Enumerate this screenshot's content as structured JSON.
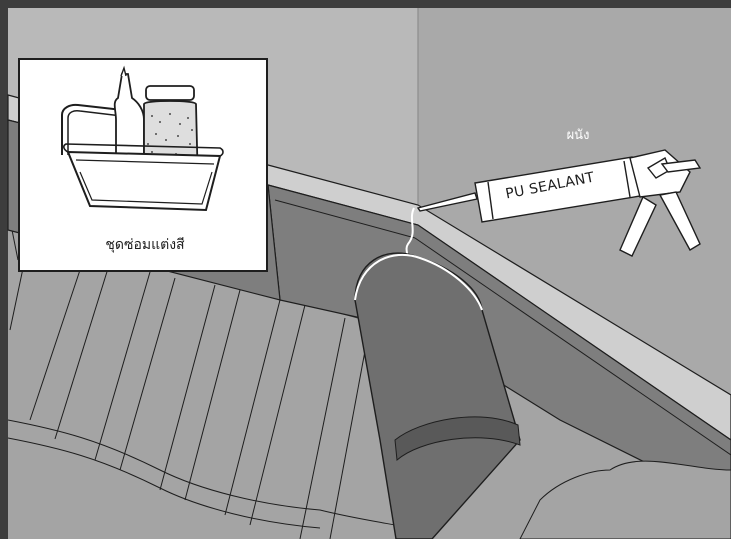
{
  "labels": {
    "wall": "ผนัง",
    "sealant": "PU SEALANT",
    "repair_kit": "ชุดซ่อมแต่งสี"
  },
  "colors": {
    "frame": "#3d3d3d",
    "wall_left": "#b9b9b9",
    "wall_right": "#a9a9a9",
    "gutter": "#7e7e7e",
    "roof": "#a4a4a4",
    "pipe": "#6f6f6f",
    "line": "#1e1e1e"
  },
  "icons": [
    "sealant-gun-icon",
    "paint-kit-basket-icon",
    "downpipe-icon"
  ]
}
